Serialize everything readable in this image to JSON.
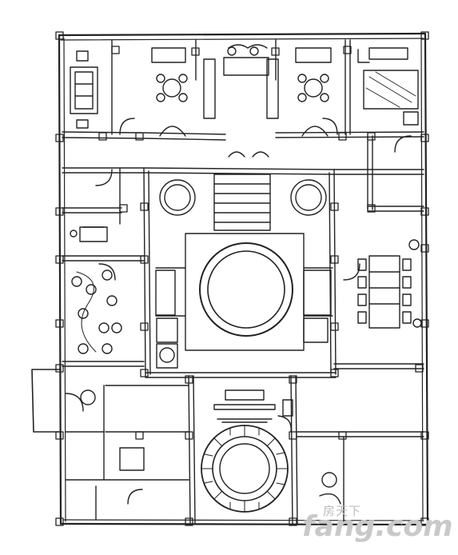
{
  "drawing": {
    "type": "hand-sketched architectural floor plan",
    "line_color": "#222222",
    "background_color": "#ffffff"
  },
  "watermark": {
    "cn_text": "房天下",
    "en_text": "fang.com",
    "color": "#c9c9c9"
  }
}
